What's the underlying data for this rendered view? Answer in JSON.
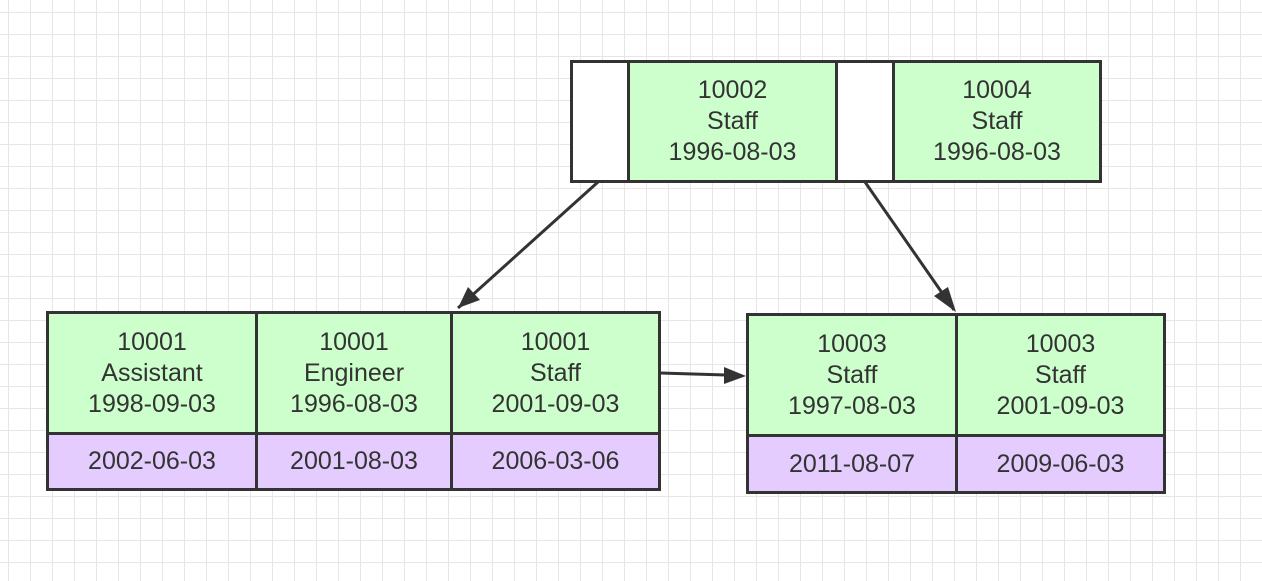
{
  "colors": {
    "key_fill": "#ccffcc",
    "value_fill": "#e5ccff",
    "pointer_fill": "#ffffff",
    "stroke": "#333333",
    "grid": "#e6e6e6"
  },
  "root": {
    "keys": [
      {
        "id": "10002",
        "title": "Staff",
        "date": "1996-08-03"
      },
      {
        "id": "10004",
        "title": "Staff",
        "date": "1996-08-03"
      }
    ]
  },
  "leaves": [
    {
      "entries": [
        {
          "id": "10001",
          "title": "Assistant",
          "date": "1998-09-03",
          "value": "2002-06-03"
        },
        {
          "id": "10001",
          "title": "Engineer",
          "date": "1996-08-03",
          "value": "2001-08-03"
        },
        {
          "id": "10001",
          "title": "Staff",
          "date": "2001-09-03",
          "value": "2006-03-06"
        }
      ]
    },
    {
      "entries": [
        {
          "id": "10003",
          "title": "Staff",
          "date": "1997-08-03",
          "value": "2011-08-07"
        },
        {
          "id": "10003",
          "title": "Staff",
          "date": "2001-09-03",
          "value": "2009-06-03"
        }
      ]
    }
  ]
}
